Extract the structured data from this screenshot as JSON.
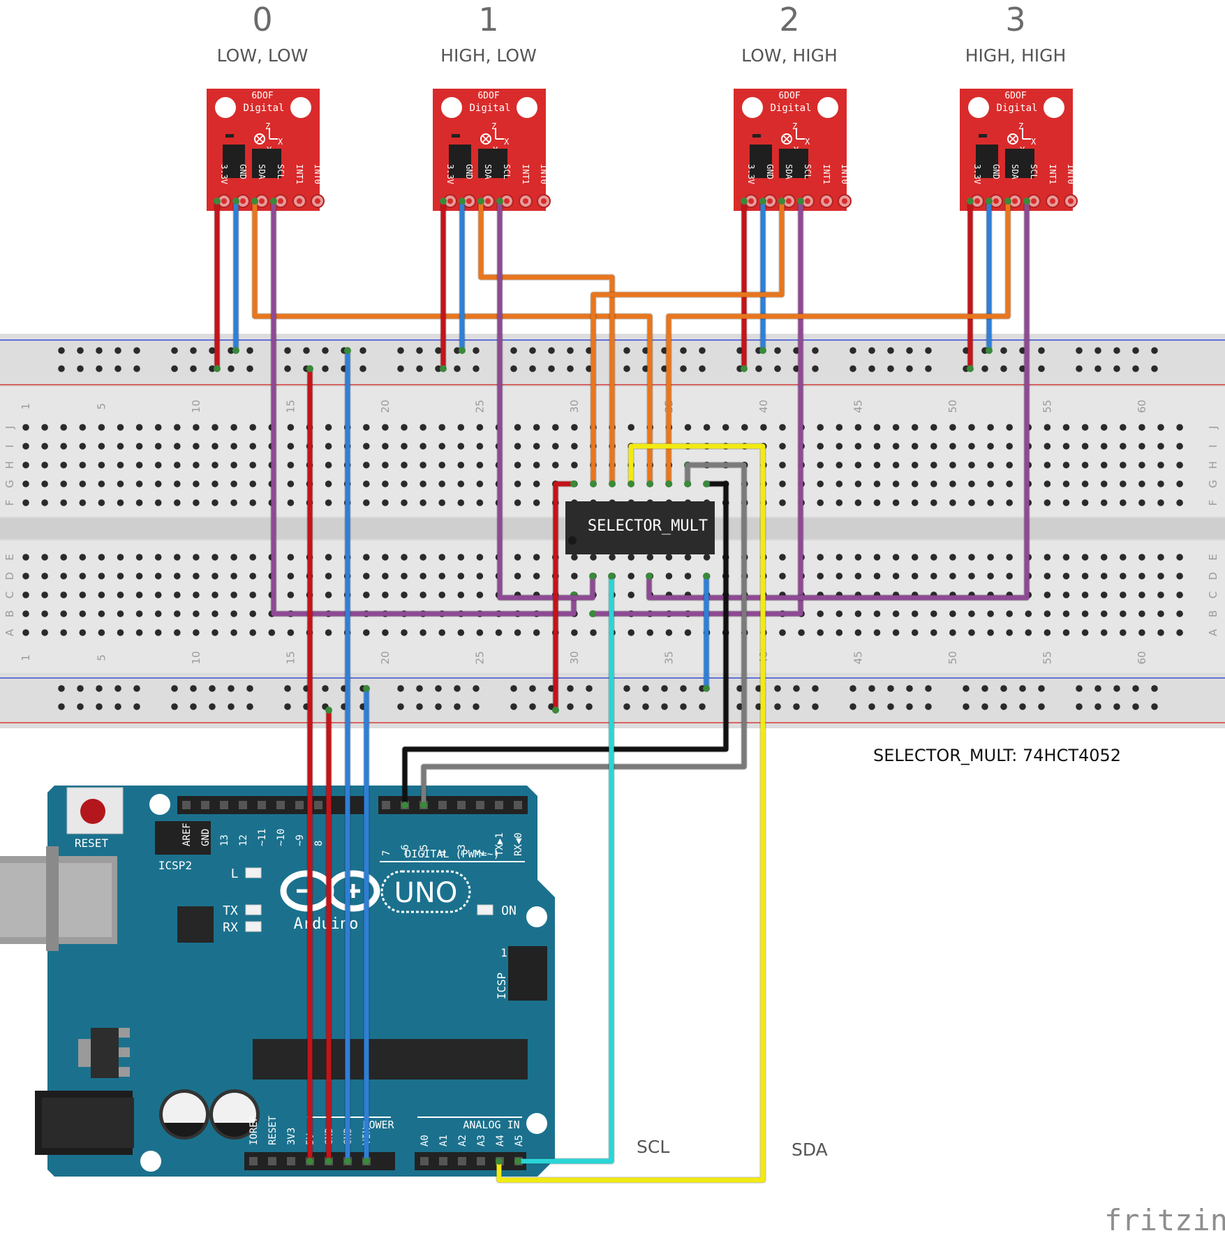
{
  "colors": {
    "background": "#ffffff",
    "breadboard": "#d9d9d9",
    "sensor_board": "#d92b2b",
    "arduino_board": "#1b718d",
    "wire_power": "#c3141a",
    "wire_ground": "#2f7fd6",
    "wire_sda_branch": "#e8761e",
    "wire_scl_branch": "#8e4a93",
    "wire_scl_main": "#2ad5d6",
    "wire_sda_main": "#f2ea12",
    "wire_select_a": "#111111",
    "wire_select_b": "#7a7a7a",
    "rail_blue": "#3c4bd6",
    "rail_red": "#d63c3c"
  },
  "sensors": [
    {
      "number": "0",
      "state": "LOW, LOW",
      "board_line1": "6DOF",
      "board_line2": "Digital",
      "axis_z": "Z",
      "axis_x": "X",
      "axis_y": "Y",
      "pins": [
        "3.3V",
        "GND",
        "SDA",
        "SCL",
        "INT1",
        "INT0"
      ]
    },
    {
      "number": "1",
      "state": "HIGH, LOW",
      "board_line1": "6DOF",
      "board_line2": "Digital",
      "axis_z": "Z",
      "axis_x": "X",
      "axis_y": "Y",
      "pins": [
        "3.3V",
        "GND",
        "SDA",
        "SCL",
        "INT1",
        "INT0"
      ]
    },
    {
      "number": "2",
      "state": "LOW, HIGH",
      "board_line1": "6DOF",
      "board_line2": "Digital",
      "axis_z": "Z",
      "axis_x": "X",
      "axis_y": "Y",
      "pins": [
        "3.3V",
        "GND",
        "SDA",
        "SCL",
        "INT1",
        "INT0"
      ]
    },
    {
      "number": "3",
      "state": "HIGH, HIGH",
      "board_line1": "6DOF",
      "board_line2": "Digital",
      "axis_z": "Z",
      "axis_x": "X",
      "axis_y": "Y",
      "pins": [
        "3.3V",
        "GND",
        "SDA",
        "SCL",
        "INT1",
        "INT0"
      ]
    }
  ],
  "breadboard": {
    "column_numbers": [
      "1",
      "5",
      "10",
      "15",
      "20",
      "25",
      "30",
      "35",
      "40",
      "45",
      "50",
      "55",
      "60"
    ],
    "rows_top": [
      "J",
      "I",
      "H",
      "G",
      "F"
    ],
    "rows_bottom": [
      "E",
      "D",
      "C",
      "B",
      "A"
    ]
  },
  "chip": {
    "label": "SELECTOR_MULT"
  },
  "part_note": "SELECTOR_MULT: 74HCT4052",
  "arduino": {
    "reset_label": "RESET",
    "icsp2_label": "ICSP2",
    "icsp_label": "ICSP",
    "icsp_pin1": "1",
    "digital_header_left": [
      "AREF",
      "GND",
      "13",
      "12",
      "~11",
      "~10",
      "~9",
      "8"
    ],
    "digital_header_right": [
      "7",
      "~6",
      "~5",
      "4",
      "~3",
      "2",
      "TX▶1",
      "RX◀0"
    ],
    "digital_label": "DIGITAL (PWM=~)",
    "led_l": "L",
    "led_tx": "TX",
    "led_rx": "RX",
    "led_on": "ON",
    "model": "UNO",
    "brand": "Arduino",
    "power_label": "POWER",
    "analog_label": "ANALOG IN",
    "power_pins": [
      "IOREF",
      "RESET",
      "3V3",
      "5V",
      "GND",
      "GND",
      "VIN"
    ],
    "analog_pins": [
      "A0",
      "A1",
      "A2",
      "A3",
      "A4",
      "A5"
    ]
  },
  "bus_labels": {
    "scl": "SCL",
    "sda": "SDA"
  },
  "watermark": "fritzing"
}
